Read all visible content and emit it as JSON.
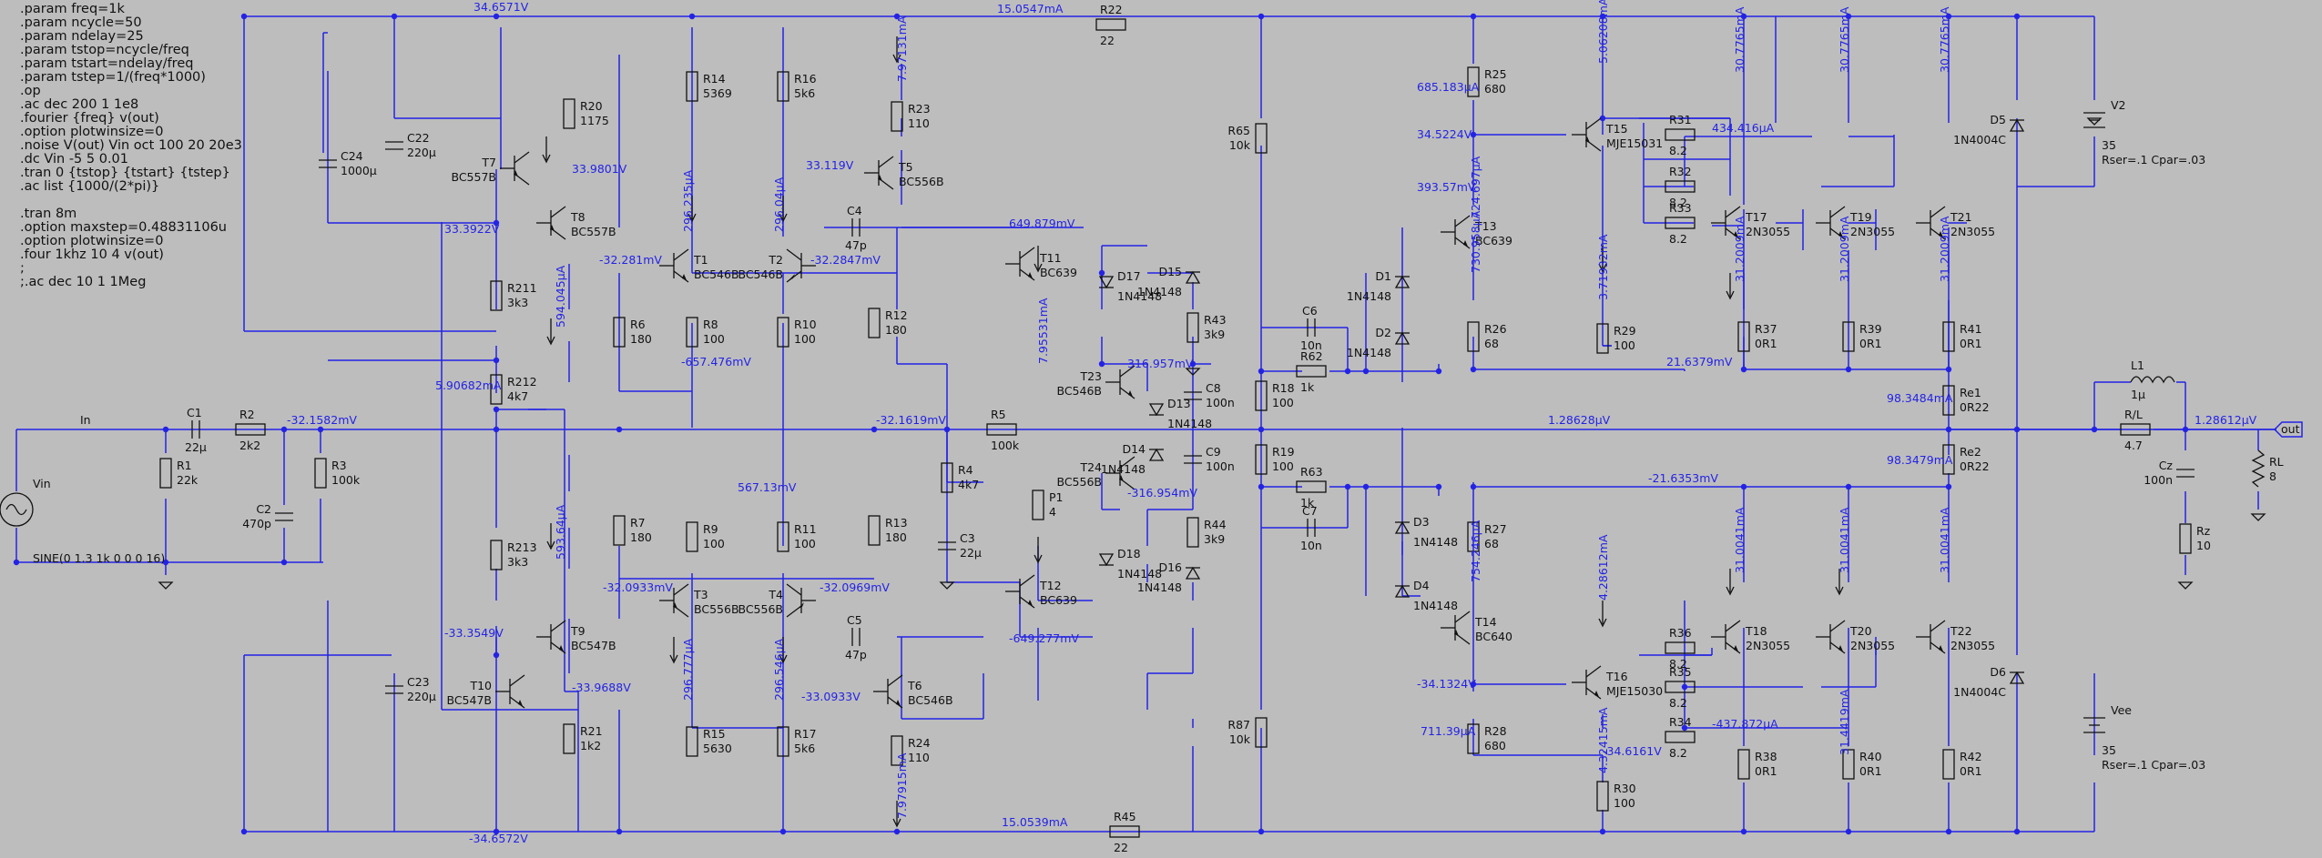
{
  "directives": [
    ".param freq=1k",
    ".param ncycle=50",
    ".param ndelay=25",
    ".param tstop=ncycle/freq",
    ".param tstart=ndelay/freq",
    ".param tstep=1/(freq*1000)",
    ".op",
    ".ac dec 200 1 1e8",
    ".fourier {freq} v(out)",
    ".option plotwinsize=0",
    ".noise V(out) Vin oct 100 20 20e3",
    ".dc Vin -5 5 0.01",
    ".tran 0 {tstop} {tstart} {tstep}",
    ".ac list {1000/(2*pi)}",
    "",
    ".tran 8m",
    ".option maxstep=0.48831106u",
    ".option plotwinsize=0",
    ".four 1khz 10 4 v(out)",
    ";",
    ";.ac dec 10 1 1Meg"
  ],
  "colors": {
    "background": "#bdbdbd",
    "wire": "#2323e6",
    "symbol": "#111111"
  },
  "source": {
    "name": "Vin",
    "value": "SINE(0 1.3 1k 0 0 0 16)",
    "net": "In"
  },
  "supplies": [
    {
      "name": "V2",
      "value": "35",
      "params": "Rser=.1 Cpar=.03"
    },
    {
      "name": "Vee",
      "value": "35",
      "params": "Rser=.1 Cpar=.03"
    }
  ],
  "output_port": "out",
  "components": [
    {
      "id": "c1",
      "name": "C1",
      "value": "22µ"
    },
    {
      "id": "r2",
      "name": "R2",
      "value": "2k2"
    },
    {
      "id": "r1",
      "name": "R1",
      "value": "22k"
    },
    {
      "id": "c2",
      "name": "C2",
      "value": "470p"
    },
    {
      "id": "r3",
      "name": "R3",
      "value": "100k"
    },
    {
      "id": "c24",
      "name": "C24",
      "value": "1000µ"
    },
    {
      "id": "c22",
      "name": "C22",
      "value": "220µ"
    },
    {
      "id": "c23",
      "name": "C23",
      "value": "220µ"
    },
    {
      "id": "r20",
      "name": "R20",
      "value": "1175"
    },
    {
      "id": "r211",
      "name": "R211",
      "value": "3k3"
    },
    {
      "id": "r212",
      "name": "R212",
      "value": "4k7"
    },
    {
      "id": "r213",
      "name": "R213",
      "value": "3k3"
    },
    {
      "id": "r21",
      "name": "R21",
      "value": "1k2"
    },
    {
      "id": "r14",
      "name": "R14",
      "value": "5369"
    },
    {
      "id": "r16",
      "name": "R16",
      "value": "5k6"
    },
    {
      "id": "r6",
      "name": "R6",
      "value": "180"
    },
    {
      "id": "r8",
      "name": "R8",
      "value": "100"
    },
    {
      "id": "r10",
      "name": "R10",
      "value": "100"
    },
    {
      "id": "r12",
      "name": "R12",
      "value": "180"
    },
    {
      "id": "r7",
      "name": "R7",
      "value": "180"
    },
    {
      "id": "r9",
      "name": "R9",
      "value": "100"
    },
    {
      "id": "r11",
      "name": "R11",
      "value": "100"
    },
    {
      "id": "r13",
      "name": "R13",
      "value": "180"
    },
    {
      "id": "r15",
      "name": "R15",
      "value": "5630"
    },
    {
      "id": "r17",
      "name": "R17",
      "value": "5k6"
    },
    {
      "id": "r23",
      "name": "R23",
      "value": "110"
    },
    {
      "id": "r24",
      "name": "R24",
      "value": "110"
    },
    {
      "id": "c4",
      "name": "C4",
      "value": "47p"
    },
    {
      "id": "c5",
      "name": "C5",
      "value": "47p"
    },
    {
      "id": "r5",
      "name": "R5",
      "value": "100k"
    },
    {
      "id": "r4",
      "name": "R4",
      "value": "4k7"
    },
    {
      "id": "c3",
      "name": "C3",
      "value": "22µ"
    },
    {
      "id": "p1",
      "name": "P1",
      "value": "4"
    },
    {
      "id": "r22",
      "name": "R22",
      "value": "22"
    },
    {
      "id": "r45",
      "name": "R45",
      "value": "22"
    },
    {
      "id": "r65",
      "name": "R65",
      "value": "10k"
    },
    {
      "id": "r87",
      "name": "R87",
      "value": "10k"
    },
    {
      "id": "r43",
      "name": "R43",
      "value": "3k9"
    },
    {
      "id": "r44",
      "name": "R44",
      "value": "3k9"
    },
    {
      "id": "c8",
      "name": "C8",
      "value": "100n"
    },
    {
      "id": "c9",
      "name": "C9",
      "value": "100n"
    },
    {
      "id": "r18",
      "name": "R18",
      "value": "100"
    },
    {
      "id": "r19",
      "name": "R19",
      "value": "100"
    },
    {
      "id": "c6",
      "name": "C6",
      "value": "10n"
    },
    {
      "id": "r62",
      "name": "R62",
      "value": "1k"
    },
    {
      "id": "r63",
      "name": "R63",
      "value": "1k"
    },
    {
      "id": "c7",
      "name": "C7",
      "value": "10n"
    },
    {
      "id": "r25",
      "name": "R25",
      "value": "680"
    },
    {
      "id": "r26",
      "name": "R26",
      "value": "68"
    },
    {
      "id": "r27",
      "name": "R27",
      "value": "68"
    },
    {
      "id": "r28",
      "name": "R28",
      "value": "680"
    },
    {
      "id": "r29",
      "name": "R29",
      "value": "100"
    },
    {
      "id": "r30",
      "name": "R30",
      "value": "100"
    },
    {
      "id": "r31",
      "name": "R31",
      "value": "8.2"
    },
    {
      "id": "r32",
      "name": "R32",
      "value": "8.2"
    },
    {
      "id": "r33",
      "name": "R33",
      "value": "8.2"
    },
    {
      "id": "r34",
      "name": "R34",
      "value": "8.2"
    },
    {
      "id": "r35",
      "name": "R35",
      "value": "8.2"
    },
    {
      "id": "r36",
      "name": "R36",
      "value": "8.2"
    },
    {
      "id": "r37",
      "name": "R37",
      "value": "0R1"
    },
    {
      "id": "r38",
      "name": "R38",
      "value": "0R1"
    },
    {
      "id": "r39",
      "name": "R39",
      "value": "0R1"
    },
    {
      "id": "r40",
      "name": "R40",
      "value": "0R1"
    },
    {
      "id": "r41",
      "name": "R41",
      "value": "0R1"
    },
    {
      "id": "r42",
      "name": "R42",
      "value": "0R1"
    },
    {
      "id": "re1",
      "name": "Re1",
      "value": "0R22"
    },
    {
      "id": "re2",
      "name": "Re2",
      "value": "0R22"
    },
    {
      "id": "l1",
      "name": "L1",
      "value": "1µ"
    },
    {
      "id": "rl4",
      "name": "R/L",
      "value": "4.7"
    },
    {
      "id": "cz",
      "name": "Cz",
      "value": "100n"
    },
    {
      "id": "rz",
      "name": "Rz",
      "value": "10"
    },
    {
      "id": "rl",
      "name": "RL",
      "value": "8"
    }
  ],
  "transistors": [
    {
      "id": "t7",
      "name": "T7",
      "model": "BC557B"
    },
    {
      "id": "t8",
      "name": "T8",
      "model": "BC557B"
    },
    {
      "id": "t9",
      "name": "T9",
      "model": "BC547B"
    },
    {
      "id": "t10",
      "name": "T10",
      "model": "BC547B"
    },
    {
      "id": "t1",
      "name": "T1",
      "model": "BC546B"
    },
    {
      "id": "t2",
      "name": "T2",
      "model": "BC546B"
    },
    {
      "id": "t3",
      "name": "T3",
      "model": "BC556B"
    },
    {
      "id": "t4",
      "name": "T4",
      "model": "BC556B"
    },
    {
      "id": "t5",
      "name": "T5",
      "model": "BC556B"
    },
    {
      "id": "t6",
      "name": "T6",
      "model": "BC546B"
    },
    {
      "id": "t11",
      "name": "T11",
      "model": "BC639"
    },
    {
      "id": "t12",
      "name": "T12",
      "model": "BC639"
    },
    {
      "id": "t23",
      "name": "T23",
      "model": "BC546B"
    },
    {
      "id": "t24",
      "name": "T24",
      "model": "BC556B"
    },
    {
      "id": "t13",
      "name": "T13",
      "model": "BC639"
    },
    {
      "id": "t14",
      "name": "T14",
      "model": "BC640"
    },
    {
      "id": "t15",
      "name": "T15",
      "model": "MJE15031"
    },
    {
      "id": "t16",
      "name": "T16",
      "model": "MJE15030"
    },
    {
      "id": "t17",
      "name": "T17",
      "model": "2N3055"
    },
    {
      "id": "t18",
      "name": "T18",
      "model": "2N3055"
    },
    {
      "id": "t19",
      "name": "T19",
      "model": "2N3055"
    },
    {
      "id": "t20",
      "name": "T20",
      "model": "2N3055"
    },
    {
      "id": "t21",
      "name": "T21",
      "model": "2N3055"
    },
    {
      "id": "t22",
      "name": "T22",
      "model": "2N3055"
    }
  ],
  "diodes": [
    {
      "id": "d17",
      "name": "D17",
      "model": "1N4148"
    },
    {
      "id": "d13",
      "name": "D13",
      "model": "1N4148"
    },
    {
      "id": "d14",
      "name": "D14",
      "model": "1N4148"
    },
    {
      "id": "d18",
      "name": "D18",
      "model": "1N4148"
    },
    {
      "id": "d15",
      "name": "D15",
      "model": "1N4148"
    },
    {
      "id": "d16",
      "name": "D16",
      "model": "1N4148"
    },
    {
      "id": "d1",
      "name": "D1",
      "model": "1N4148"
    },
    {
      "id": "d2",
      "name": "D2",
      "model": "1N4148"
    },
    {
      "id": "d3",
      "name": "D3",
      "model": "1N4148"
    },
    {
      "id": "d4",
      "name": "D4",
      "model": "1N4148"
    },
    {
      "id": "d5",
      "name": "D5",
      "model": "1N4004C"
    },
    {
      "id": "d6",
      "name": "D6",
      "model": "1N4004C"
    }
  ],
  "operating_point": [
    {
      "id": "v_top",
      "text": "34.6571V"
    },
    {
      "id": "i_r22",
      "text": "15.0547mA"
    },
    {
      "id": "v_bot",
      "text": "-34.6572V"
    },
    {
      "id": "i_r45",
      "text": "15.0539mA"
    },
    {
      "id": "v_in",
      "text": "-32.1582mV"
    },
    {
      "id": "v_t7e",
      "text": "33.9801V"
    },
    {
      "id": "v_t7b",
      "text": "33.3922V"
    },
    {
      "id": "i_r211",
      "text": "594.045µA"
    },
    {
      "id": "i_r212",
      "text": "5.90682mA"
    },
    {
      "id": "i_r213",
      "text": "593.64µA"
    },
    {
      "id": "v_t9b",
      "text": "-33.3549V"
    },
    {
      "id": "v_t10e",
      "text": "-33.9688V"
    },
    {
      "id": "v_t1b",
      "text": "-32.281mV"
    },
    {
      "id": "i_t1",
      "text": "296.235µA"
    },
    {
      "id": "i_t2",
      "text": "296.04µA"
    },
    {
      "id": "v_t2b",
      "text": "-32.2847mV"
    },
    {
      "id": "v_tailp",
      "text": "-657.476mV"
    },
    {
      "id": "v_tailn",
      "text": "567.13mV"
    },
    {
      "id": "v_t3b",
      "text": "-32.0933mV"
    },
    {
      "id": "v_t4b",
      "text": "-32.0969mV"
    },
    {
      "id": "i_t3",
      "text": "296.777µA"
    },
    {
      "id": "i_t4",
      "text": "296.546µA"
    },
    {
      "id": "v_t5b",
      "text": "33.119V"
    },
    {
      "id": "i_r23",
      "text": "7.97131mA"
    },
    {
      "id": "v_t6b",
      "text": "-33.0933V"
    },
    {
      "id": "i_r24",
      "text": "7.97915mA"
    },
    {
      "id": "v_fb",
      "text": "-32.1619mV"
    },
    {
      "id": "v_vbep",
      "text": "649.879mV"
    },
    {
      "id": "v_vben",
      "text": "-649.277mV"
    },
    {
      "id": "i_vbe",
      "text": "7.95531mA"
    },
    {
      "id": "v_d13",
      "text": "316.957mV"
    },
    {
      "id": "v_d14",
      "text": "-316.954mV"
    },
    {
      "id": "i_r25",
      "text": "685.183µA"
    },
    {
      "id": "v_t15b",
      "text": "34.5224V"
    },
    {
      "id": "i_t15",
      "text": "5.06208mA"
    },
    {
      "id": "i_t13",
      "text": "724.697µA"
    },
    {
      "id": "i_r26",
      "text": "730.958µA"
    },
    {
      "id": "v_drvb",
      "text": "393.57mV"
    },
    {
      "id": "i_r29",
      "text": "3.71932mA"
    },
    {
      "id": "i_r31",
      "text": "434.416µA"
    },
    {
      "id": "i_t17",
      "text": "30.7765mA"
    },
    {
      "id": "i_t19",
      "text": "30.7765mA"
    },
    {
      "id": "i_t21",
      "text": "30.7765mA"
    },
    {
      "id": "i_e17",
      "text": "31.2009mA"
    },
    {
      "id": "i_e19",
      "text": "31.2009mA"
    },
    {
      "id": "i_e21",
      "text": "31.2009mA"
    },
    {
      "id": "v_pe",
      "text": "21.6379mV"
    },
    {
      "id": "v_re1",
      "text": "98.3484mA"
    },
    {
      "id": "v_out_mid",
      "text": "1.28628µV"
    },
    {
      "id": "v_re2",
      "text": "98.3479mA"
    },
    {
      "id": "v_ne",
      "text": "-21.6353mV"
    },
    {
      "id": "i_r27",
      "text": "754.246µA"
    },
    {
      "id": "i_t16",
      "text": "4.28612mA"
    },
    {
      "id": "v_t16b",
      "text": "-34.1324V"
    },
    {
      "id": "i_r28",
      "text": "711.39µA"
    },
    {
      "id": "v_t16e",
      "text": "-34.6161V"
    },
    {
      "id": "i_r30",
      "text": "4.32415mA"
    },
    {
      "id": "i_t18",
      "text": "31.0041mA"
    },
    {
      "id": "i_t20",
      "text": "31.0041mA"
    },
    {
      "id": "i_t22",
      "text": "31.0041mA"
    },
    {
      "id": "i_e20",
      "text": "31.4419mA"
    },
    {
      "id": "i_r34",
      "text": "-437.872µA"
    },
    {
      "id": "v_out",
      "text": "1.28612µV"
    }
  ]
}
